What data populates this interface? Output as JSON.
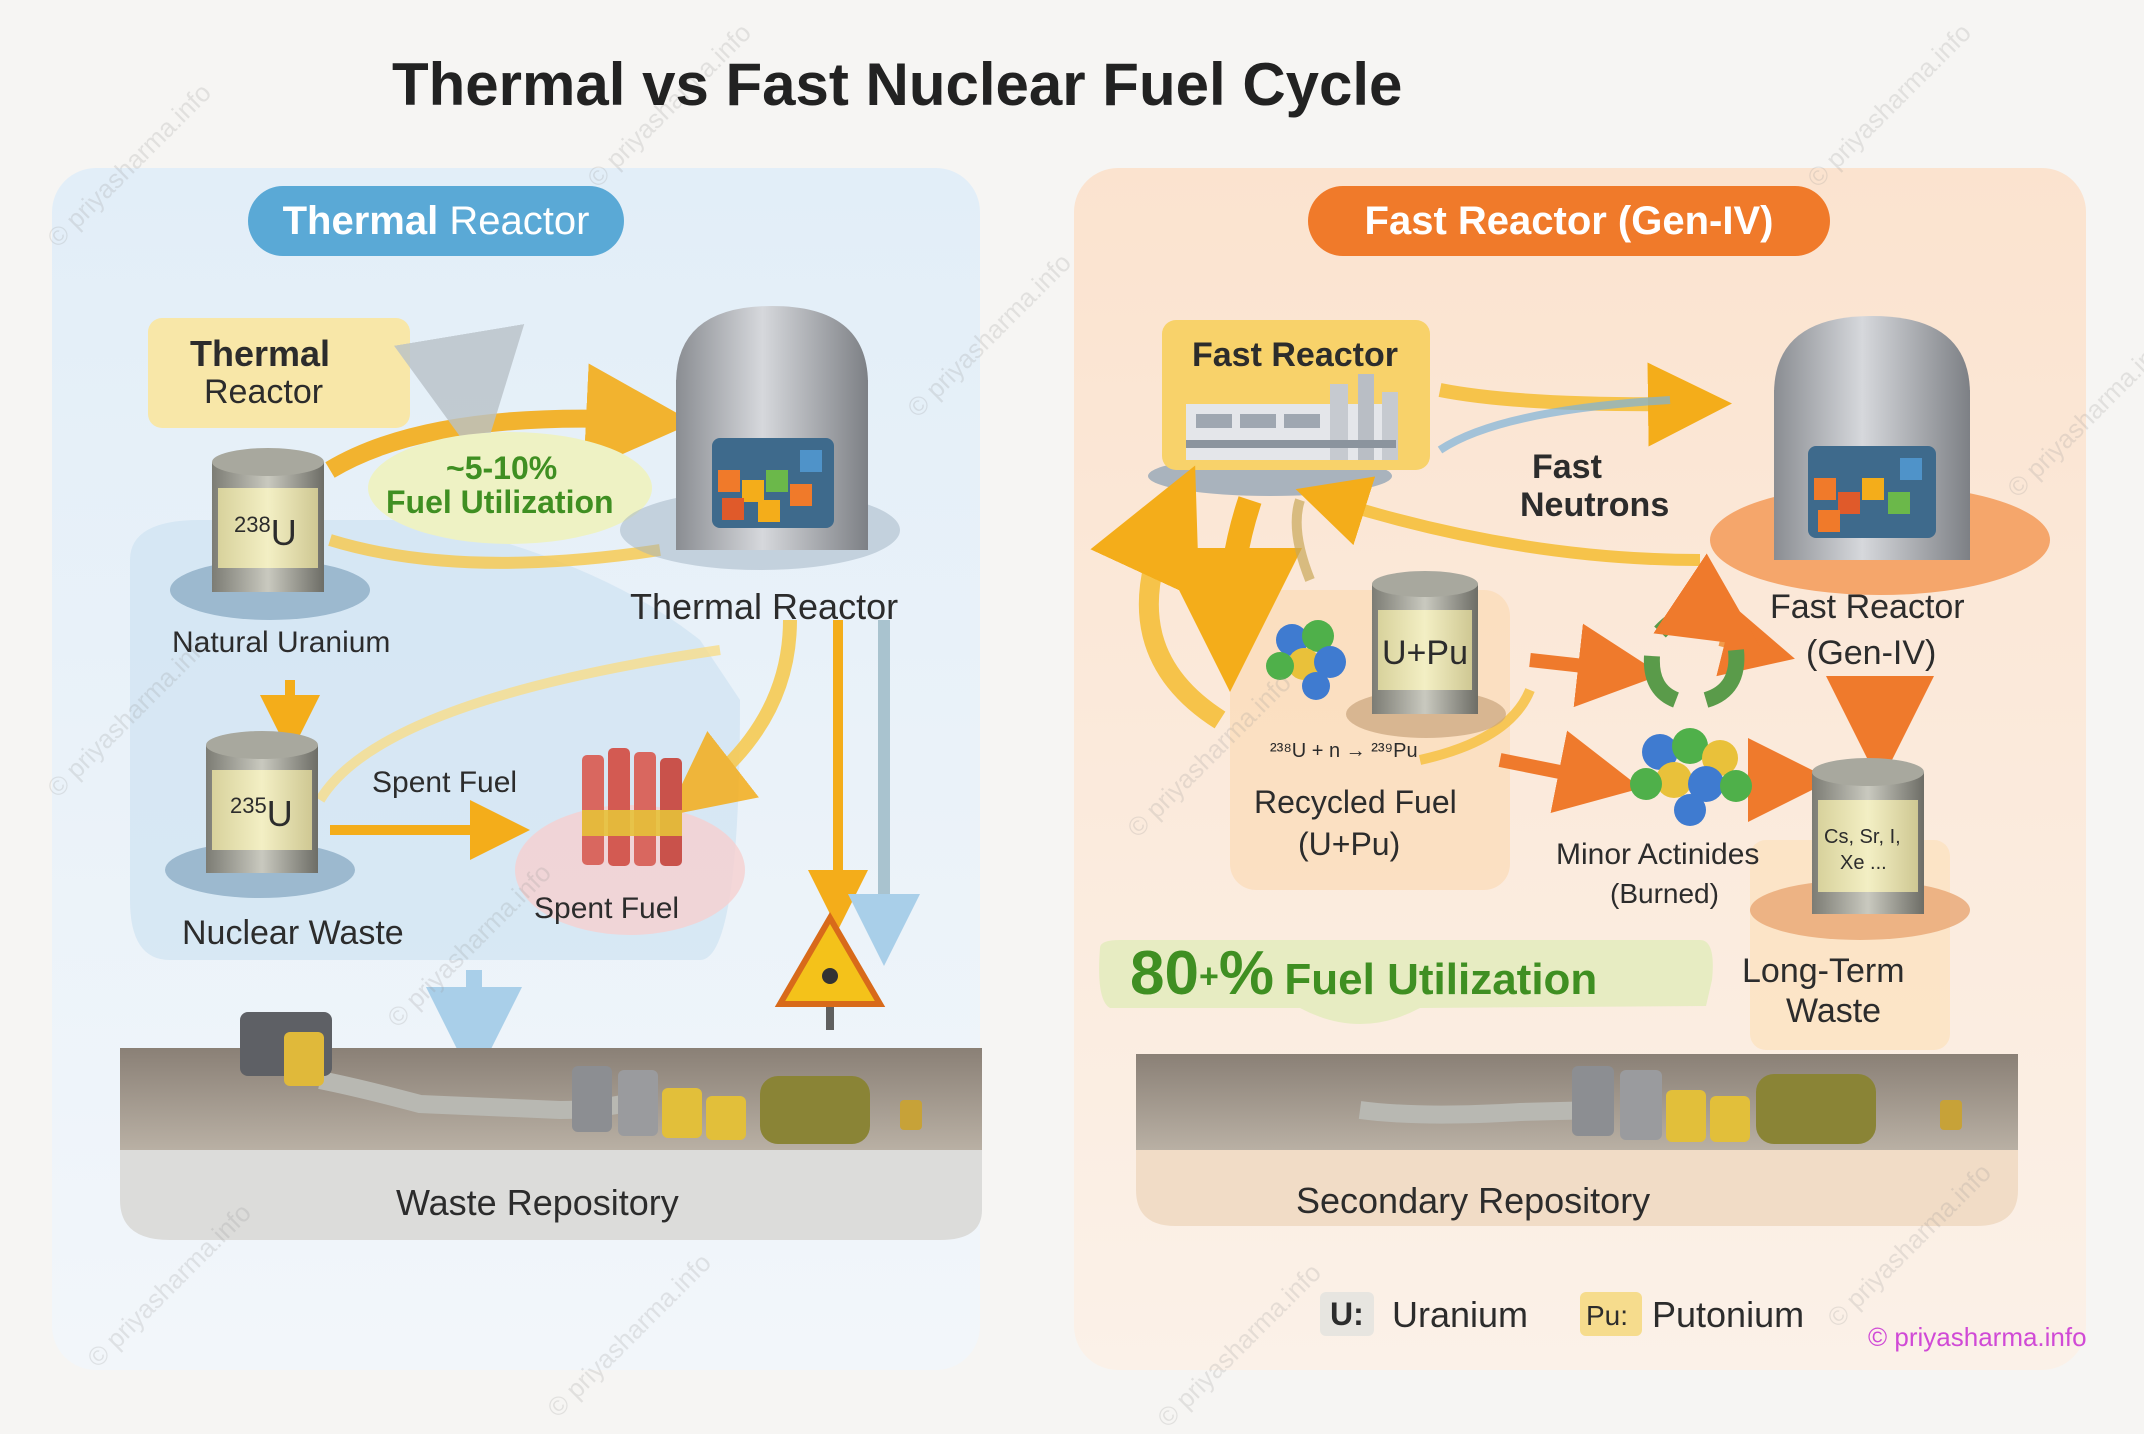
{
  "title": "Thermal vs Fast Nuclear Fuel Cycle",
  "thermal": {
    "header_bold": "Thermal",
    "header_rest": "Reactor",
    "callout_line1": "Thermal",
    "callout_line2": "Reactor",
    "utilization_line1": "~5-10%",
    "utilization_line2": "Fuel Utilization",
    "u238_sup": "238",
    "u238_sym": "U",
    "natural_uranium": "Natural Uranium",
    "reactor_label": "Thermal Reactor",
    "u235_sup": "235",
    "u235_sym": "U",
    "spent_fuel_arrow": "Spent Fuel",
    "spent_fuel": "Spent Fuel",
    "nuclear_waste": "Nuclear Waste",
    "repository": "Waste Repository"
  },
  "fast": {
    "header": "Fast Reactor (Gen-IV)",
    "callout": "Fast Reactor",
    "fast_neutrons_1": "Fast",
    "fast_neutrons_2": "Neutrons",
    "reactor_line1": "Fast Reactor",
    "reactor_line2": "(Gen-IV)",
    "upu_drum": "U+Pu",
    "reaction": "²³⁸U + n → ²³⁹Pu",
    "recycled_1": "Recycled Fuel",
    "recycled_2": "(U+Pu)",
    "minor_1": "Minor Actinides",
    "minor_2": "(Burned)",
    "drum_line1": "Cs, Sr, I,",
    "drum_line2": "Xe ...",
    "longterm_1": "Long-Term",
    "longterm_2": "Waste",
    "utilization_num": "80",
    "utilization_sup": "+",
    "utilization_pct": "%",
    "utilization_text": "Fuel Utilization",
    "repository": "Secondary Repository"
  },
  "legend": {
    "u_key": "U:",
    "u_value": "Uranium",
    "pu_key": "Pu:",
    "pu_value": "Putonium"
  },
  "credit": "© priyasharma.info",
  "watermark_text": "© priyasharma.info",
  "colors": {
    "thermal_accent": "#5aa9d6",
    "fast_accent": "#f07a2a",
    "utilization_green": "#3f8f22",
    "credit_magenta": "#d04ad6"
  }
}
